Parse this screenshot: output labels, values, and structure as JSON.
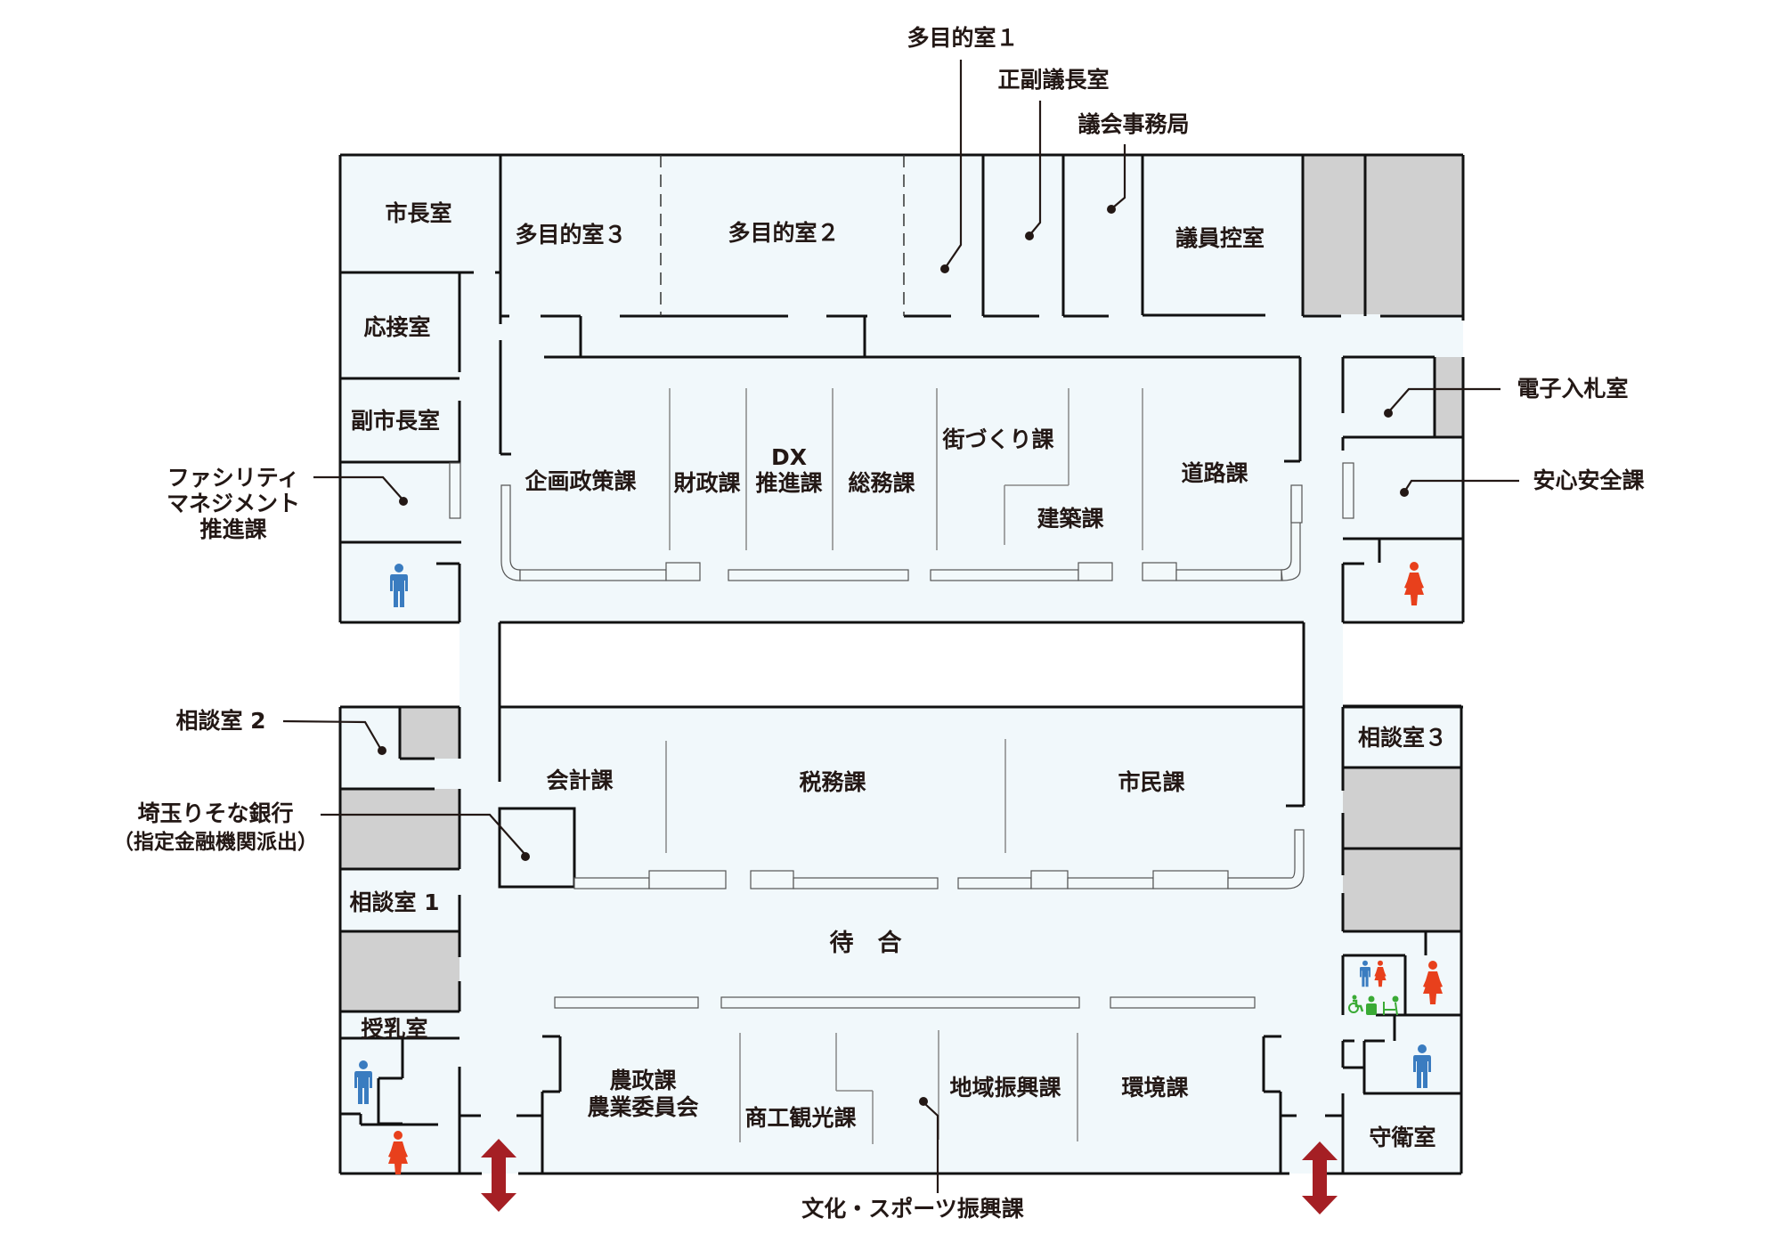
{
  "colors": {
    "floor": "#f1f8fb",
    "wall": "#111111",
    "restricted": "#d0d0d0",
    "male": "#3a7cc0",
    "female": "#e8401c",
    "accessible": "#3aaa35",
    "stairs_arrow": "#a51f24"
  },
  "top_rooms": {
    "mayor": "市長室",
    "multipurpose3": "多目的室３",
    "multipurpose2": "多目的室２",
    "members_room": "議員控室"
  },
  "top_callouts": {
    "multipurpose1": "多目的室１",
    "chair_room": "正副議長室",
    "council_office": "議会事務局"
  },
  "left_rooms": {
    "reception": "応接室",
    "deputy_mayor": "副市長室",
    "consult1": "相談室 1",
    "nursing": "授乳室"
  },
  "left_callouts": {
    "facility_line1": "ファシリティ",
    "facility_line2": "マネジメント",
    "facility_line3": "推進課",
    "consult2": "相談室 2",
    "bank_line1": "埼玉りそな銀行",
    "bank_line2": "（指定金融機関派出）"
  },
  "right_callouts": {
    "e_bidding": "電子入札室",
    "safety": "安心安全課"
  },
  "right_rooms": {
    "consult3": "相談室３",
    "guard": "守衛室"
  },
  "upper_block": {
    "planning": "企画政策課",
    "finance": "財政課",
    "dx_line1": "DX",
    "dx_line2": "推進課",
    "general_affairs": "総務課",
    "town_planning": "街づくり課",
    "building": "建築課",
    "roads": "道路課"
  },
  "lower_block": {
    "accounting": "会計課",
    "tax": "税務課",
    "citizens": "市民課"
  },
  "waiting_area": "待　合",
  "bottom_block": {
    "agri_line1": "農政課",
    "agri_line2": "農業委員会",
    "commerce": "商工観光課",
    "regional": "地域振興課",
    "environment": "環境課"
  },
  "bottom_callouts": {
    "culture_sports": "文化・スポーツ振興課"
  },
  "icons": [
    "male-restroom-icon",
    "female-restroom-icon",
    "accessible-restroom-icon",
    "ostomate-icon",
    "baby-changing-icon",
    "stairs-arrow-icon"
  ]
}
